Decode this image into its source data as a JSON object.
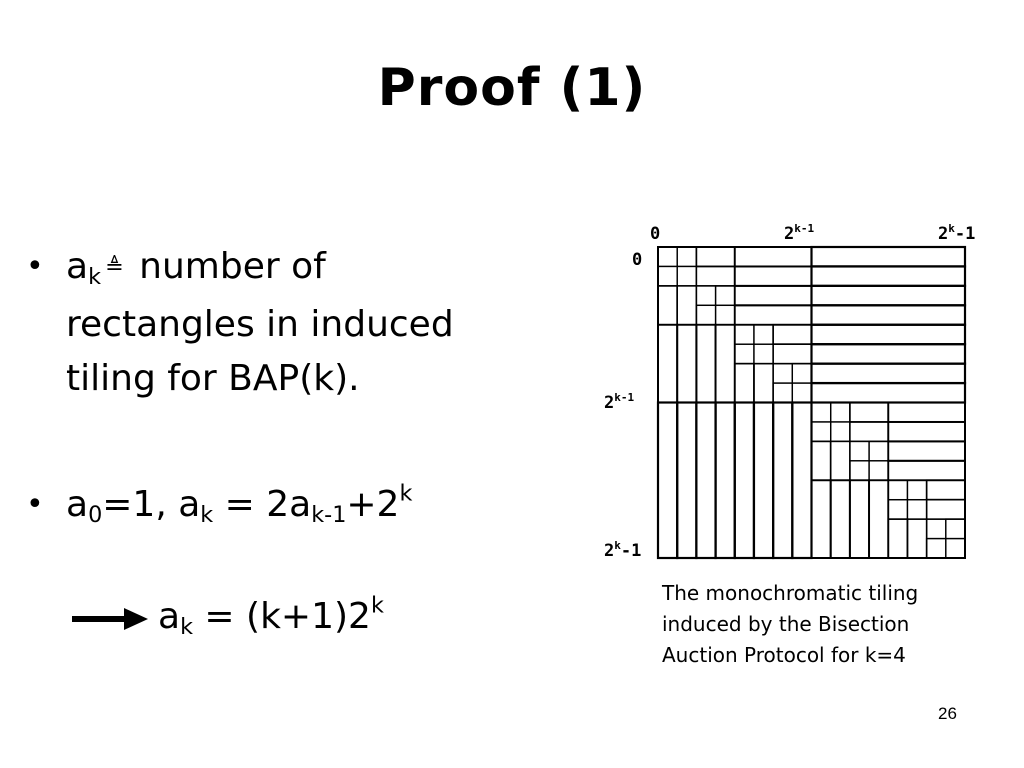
{
  "slide": {
    "title": "Proof (1)",
    "page_number": "26"
  },
  "bullets": {
    "first": {
      "symbol": "•",
      "var": "a",
      "sub": "k",
      "def_symbol": "≜",
      "line1_rest": "number of",
      "line2": "rectangles in induced",
      "line3": "tiling for BAP(k)."
    },
    "second": {
      "symbol": "•",
      "p1": "a",
      "s1": "0",
      "p2": "=1, a",
      "s2": "k",
      "p3": " = 2a",
      "s3": "k-1",
      "p4": "+2",
      "sup4": "k"
    }
  },
  "result": {
    "p1": "a",
    "s1": "k",
    "p2": " = (k+1)2",
    "sup2": "k"
  },
  "diagram": {
    "k": 4,
    "top_labels": {
      "zero": "0",
      "mid_base": "2",
      "mid_exp": "k-1",
      "end_base": "2",
      "end_exp": "k",
      "end_tail": "-1"
    },
    "left_labels": {
      "zero": "0",
      "mid_base": "2",
      "mid_exp": "k-1",
      "end_base": "2",
      "end_exp": "k",
      "end_tail": "-1"
    }
  },
  "caption": {
    "line1": "The monochromatic tiling",
    "line2": "induced by the Bisection",
    "line3": "Auction Protocol for k=4"
  }
}
